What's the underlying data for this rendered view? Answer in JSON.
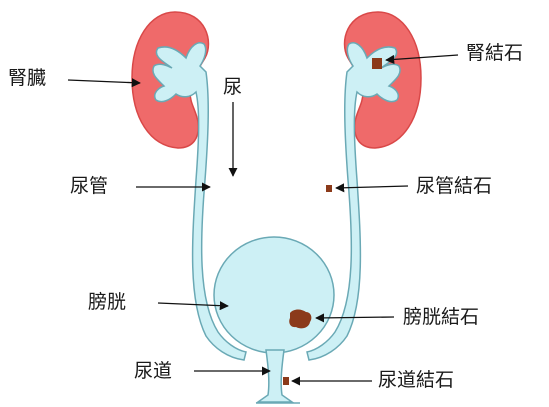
{
  "labels": {
    "kidney": "腎臓",
    "urine": "尿",
    "ureter": "尿管",
    "bladder": "膀胱",
    "urethra": "尿道",
    "kidney_stone": "腎結石",
    "ureter_stone": "尿管結石",
    "bladder_stone": "膀胱結石",
    "urethra_stone": "尿道結石"
  },
  "colors": {
    "kidney": "#ef6a6a",
    "kidney_outline": "#d94848",
    "pelvis_and_bladder": "#cdf0f5",
    "outline": "#6aa9b5",
    "stone": "#8b3a1a",
    "arrow": "#111111"
  }
}
